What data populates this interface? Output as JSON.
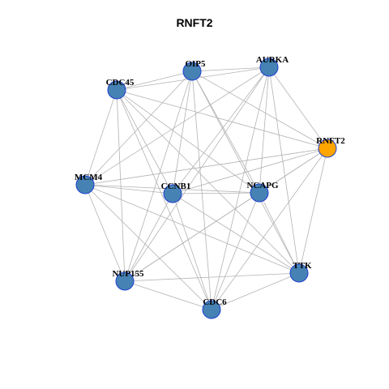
{
  "title": "RNFT2",
  "colors": {
    "node": "#4682b4",
    "highlight": "#ffa500",
    "edge": "#b3b3b3",
    "outline": "#1f3fd1"
  },
  "nodes": [
    {
      "id": "OIP5",
      "label": "OIP5",
      "highlight": false
    },
    {
      "id": "AURKA",
      "label": "AURKA",
      "highlight": false
    },
    {
      "id": "CDC45",
      "label": "CDC45",
      "highlight": false
    },
    {
      "id": "RNFT2",
      "label": "RNFT2",
      "highlight": true
    },
    {
      "id": "MCM4",
      "label": "MCM4",
      "highlight": false
    },
    {
      "id": "CCNB1",
      "label": "CCNB1",
      "highlight": false
    },
    {
      "id": "NCAPG",
      "label": "NCAPG",
      "highlight": false
    },
    {
      "id": "NUP155",
      "label": "NUP155",
      "highlight": false
    },
    {
      "id": "TTK",
      "label": "TTK",
      "highlight": false
    },
    {
      "id": "CDC6",
      "label": "CDC6",
      "highlight": false
    }
  ],
  "edges": [
    [
      "OIP5",
      "AURKA"
    ],
    [
      "OIP5",
      "CDC45"
    ],
    [
      "OIP5",
      "MCM4"
    ],
    [
      "OIP5",
      "CCNB1"
    ],
    [
      "OIP5",
      "NCAPG"
    ],
    [
      "OIP5",
      "NUP155"
    ],
    [
      "OIP5",
      "TTK"
    ],
    [
      "OIP5",
      "CDC6"
    ],
    [
      "OIP5",
      "RNFT2"
    ],
    [
      "AURKA",
      "CDC45"
    ],
    [
      "AURKA",
      "RNFT2"
    ],
    [
      "AURKA",
      "CCNB1"
    ],
    [
      "AURKA",
      "NCAPG"
    ],
    [
      "AURKA",
      "NUP155"
    ],
    [
      "AURKA",
      "TTK"
    ],
    [
      "AURKA",
      "CDC6"
    ],
    [
      "AURKA",
      "MCM4"
    ],
    [
      "CDC45",
      "MCM4"
    ],
    [
      "CDC45",
      "CCNB1"
    ],
    [
      "CDC45",
      "NCAPG"
    ],
    [
      "CDC45",
      "NUP155"
    ],
    [
      "CDC45",
      "TTK"
    ],
    [
      "CDC45",
      "CDC6"
    ],
    [
      "CDC45",
      "RNFT2"
    ],
    [
      "RNFT2",
      "MCM4"
    ],
    [
      "RNFT2",
      "CCNB1"
    ],
    [
      "RNFT2",
      "NCAPG"
    ],
    [
      "RNFT2",
      "TTK"
    ],
    [
      "RNFT2",
      "CDC6"
    ],
    [
      "RNFT2",
      "NUP155"
    ],
    [
      "MCM4",
      "CCNB1"
    ],
    [
      "MCM4",
      "NCAPG"
    ],
    [
      "MCM4",
      "NUP155"
    ],
    [
      "MCM4",
      "TTK"
    ],
    [
      "MCM4",
      "CDC6"
    ],
    [
      "CCNB1",
      "NCAPG"
    ],
    [
      "CCNB1",
      "NUP155"
    ],
    [
      "CCNB1",
      "TTK"
    ],
    [
      "CCNB1",
      "CDC6"
    ],
    [
      "NCAPG",
      "NUP155"
    ],
    [
      "NCAPG",
      "TTK"
    ],
    [
      "NCAPG",
      "CDC6"
    ],
    [
      "NUP155",
      "TTK"
    ],
    [
      "NUP155",
      "CDC6"
    ],
    [
      "TTK",
      "CDC6"
    ]
  ]
}
